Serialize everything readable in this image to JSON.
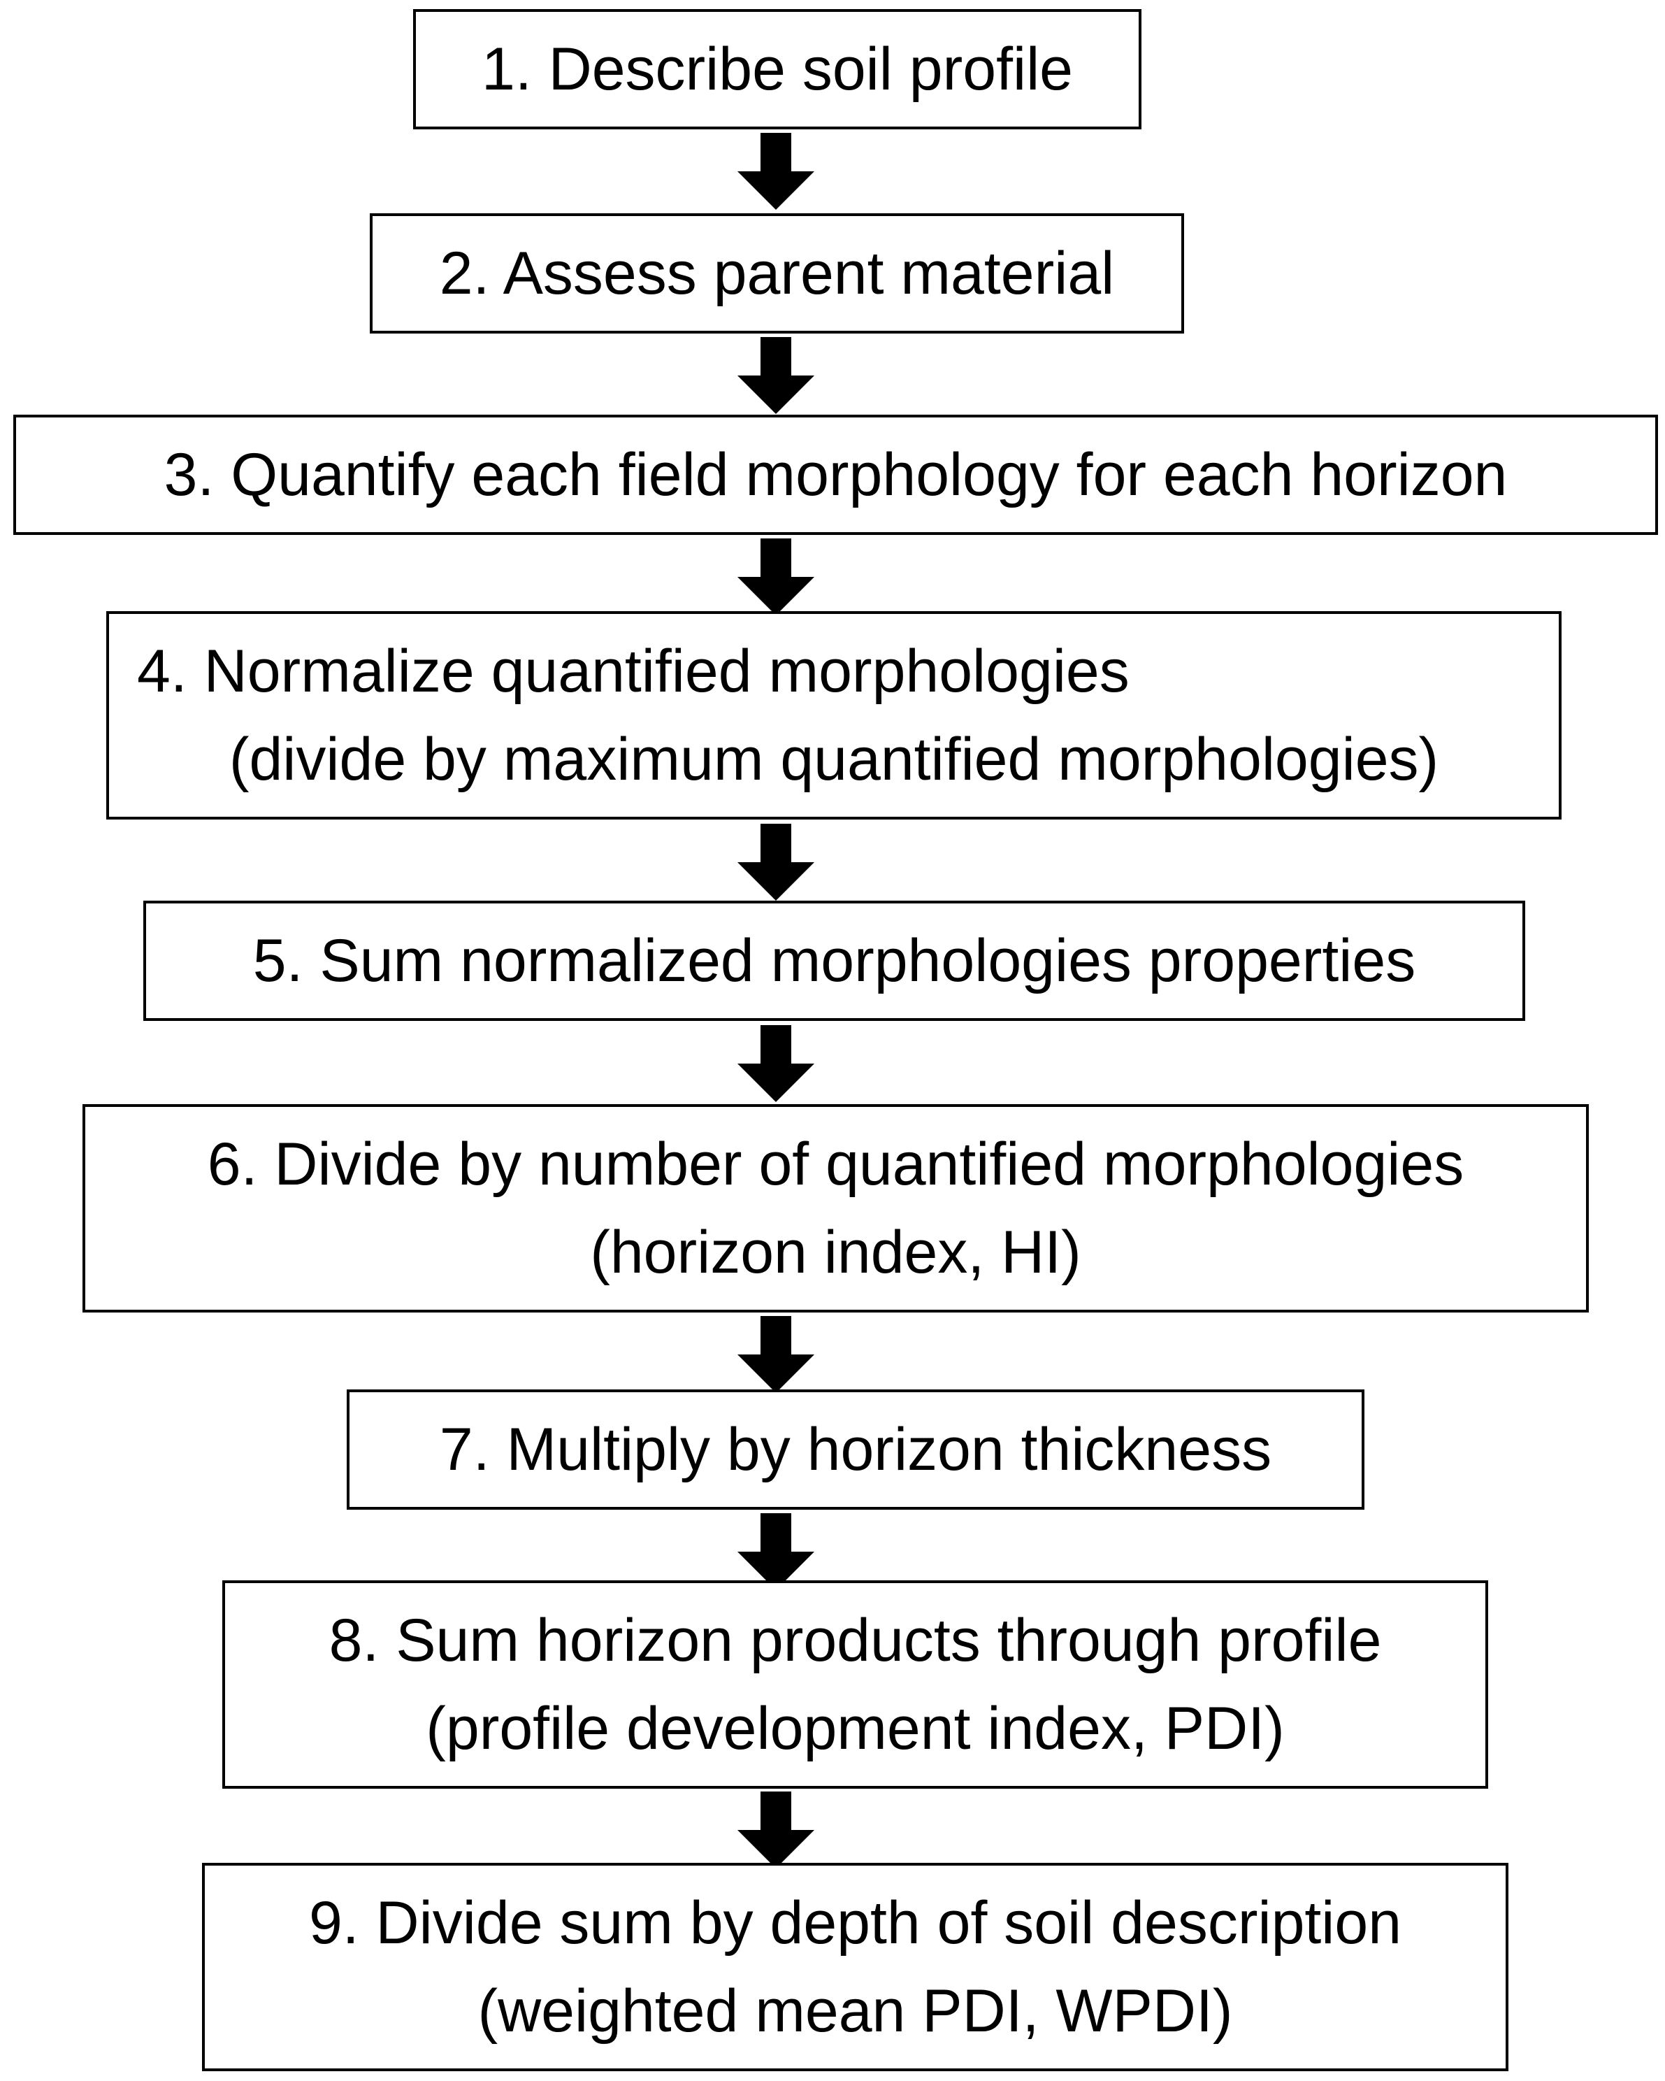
{
  "steps": [
    {
      "lines": [
        "1. Describe soil profile"
      ]
    },
    {
      "lines": [
        "2. Assess parent material"
      ]
    },
    {
      "lines": [
        "3. Quantify each field morphology for each horizon"
      ]
    },
    {
      "lines": [
        "4. Normalize quantified morphologies",
        "(divide by maximum quantified morphologies)"
      ]
    },
    {
      "lines": [
        "5. Sum normalized morphologies properties"
      ]
    },
    {
      "lines": [
        "6. Divide by number of quantified morphologies",
        "(horizon index, HI)"
      ]
    },
    {
      "lines": [
        "7. Multiply by horizon thickness"
      ]
    },
    {
      "lines": [
        "8. Sum horizon products through profile",
        "(profile development index, PDI)"
      ]
    },
    {
      "lines": [
        "9. Divide sum by depth of soil description",
        "(weighted mean PDI, WPDI)"
      ]
    }
  ],
  "colors": {
    "border": "#000000",
    "arrow": "#000000",
    "background": "#ffffff"
  }
}
